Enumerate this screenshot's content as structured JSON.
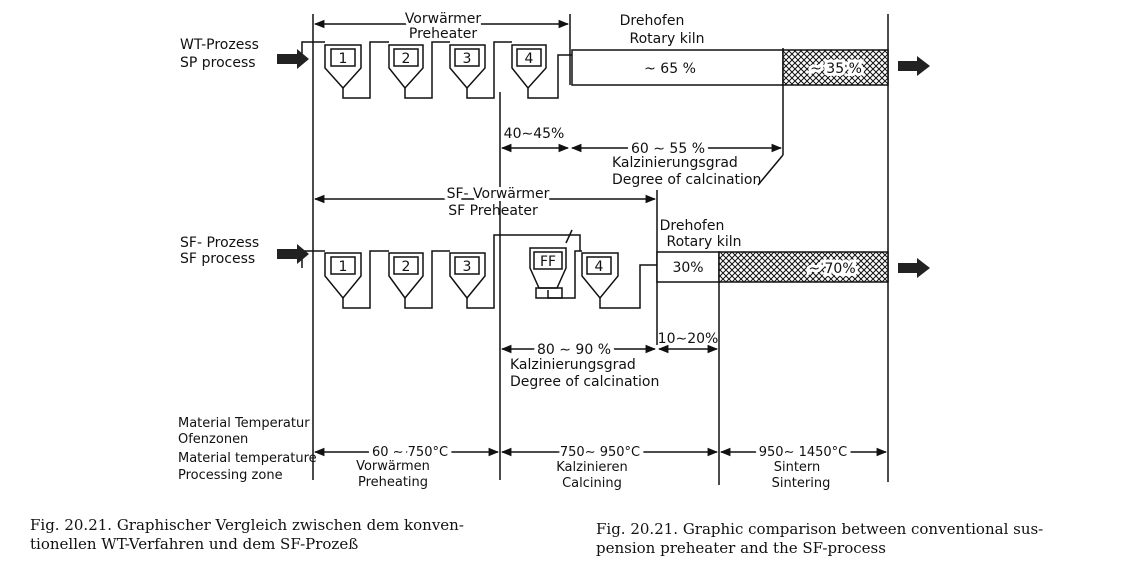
{
  "top": {
    "process_de": "WT-Prozess",
    "process_en": "SP process",
    "preheater_de": "Vorwärmer",
    "preheater_en": "Preheater",
    "kiln_de": "Drehofen",
    "kiln_en": "Rotary kiln",
    "stages": [
      "1",
      "2",
      "3",
      "4"
    ],
    "kiln_pct": "~ 65 %",
    "sinter_pct": "~ 35 %",
    "preheater_calc": "40∼45%",
    "kiln_calc": "60 ∼ 55 %",
    "calc_de": "Kalzinierungsgrad",
    "calc_en": "Degree of calcination"
  },
  "bottom": {
    "process_de": "SF- Prozess",
    "process_en": "SF process",
    "preheater_de": "SF- Vorwärmer",
    "preheater_en": "SF Preheater",
    "kiln_de": "Drehofen",
    "kiln_en": "Rotary kiln",
    "stages": [
      "1",
      "2",
      "3"
    ],
    "ff_label": "FF",
    "stage4": "4",
    "kiln_pct": "30%",
    "sinter_pct": "~ 70%",
    "calciner_calc": "80 ∼ 90 %",
    "kiln_calc": "10∼20%",
    "calc_de": "Kalzinierungsgrad",
    "calc_en": "Degree of calcination"
  },
  "zones": {
    "left_labels": [
      "Material Temperatur",
      "Ofenzonen",
      "Material temperature",
      "Processing zone"
    ],
    "preheating_temp": "60 ∼ 750°C",
    "preheating_de": "Vorwärmen",
    "preheating_en": "Preheating",
    "calcining_temp": "750∼ 950°C",
    "calcining_de": "Kalzinieren",
    "calcining_en": "Calcining",
    "sintering_temp": "950∼ 1450°C",
    "sintering_de": "Sintern",
    "sintering_en": "Sintering"
  },
  "captions": {
    "de_line1": "Fig. 20.21.   Graphischer Vergleich zwischen dem konven-",
    "de_line2": "tionellen WT-Verfahren und dem SF-Prozeß",
    "en_line1": "Fig. 20.21.   Graphic comparison between conventional sus-",
    "en_line2": "pension preheater and the SF-process"
  }
}
